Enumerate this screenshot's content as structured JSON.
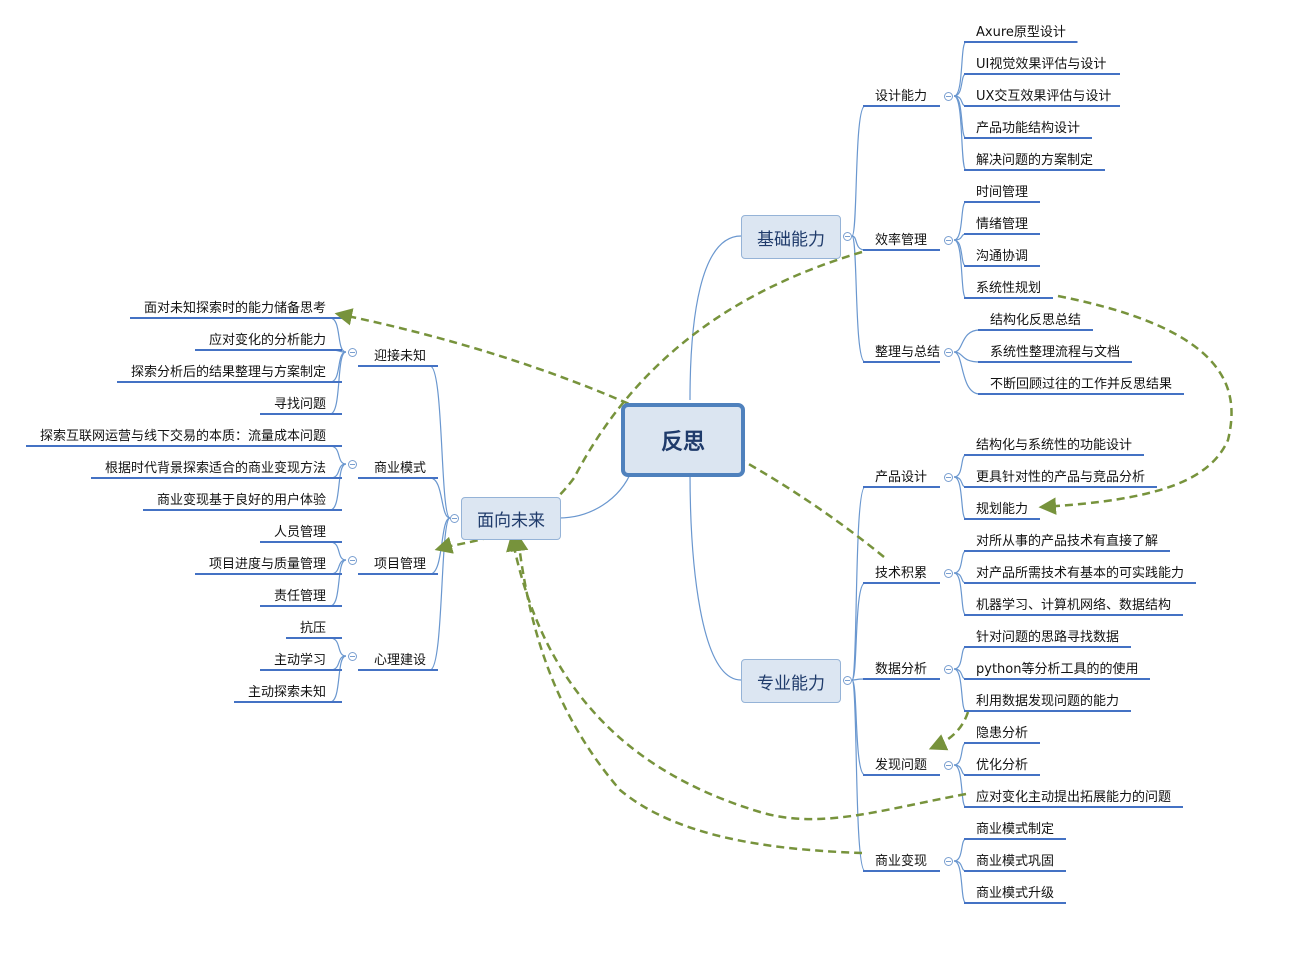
{
  "root": {
    "label": "反思"
  },
  "branches": {
    "basic": {
      "label": "基础能力",
      "groups": [
        {
          "label": "设计能力",
          "items": [
            "Axure原型设计",
            "UI视觉效果评估与设计",
            "UX交互效果评估与设计",
            "产品功能结构设计",
            "解决问题的方案制定"
          ]
        },
        {
          "label": "效率管理",
          "items": [
            "时间管理",
            "情绪管理",
            "沟通协调",
            "系统性规划"
          ]
        },
        {
          "label": "整理与总结",
          "items": [
            "结构化反思总结",
            "系统性整理流程与文档",
            "不断回顾过往的工作并反思结果"
          ]
        }
      ]
    },
    "pro": {
      "label": "专业能力",
      "groups": [
        {
          "label": "产品设计",
          "items": [
            "结构化与系统性的功能设计",
            "更具针对性的产品与竞品分析",
            "规划能力"
          ]
        },
        {
          "label": "技术积累",
          "items": [
            "对所从事的产品技术有直接了解",
            "对产品所需技术有基本的可实践能力",
            "机器学习、计算机网络、数据结构"
          ]
        },
        {
          "label": "数据分析",
          "items": [
            "针对问题的思路寻找数据",
            "python等分析工具的的使用",
            "利用数据发现问题的能力"
          ]
        },
        {
          "label": "发现问题",
          "items": [
            "隐患分析",
            "优化分析",
            "应对变化主动提出拓展能力的问题"
          ]
        },
        {
          "label": "商业变现",
          "items": [
            "商业模式制定",
            "商业模式巩固",
            "商业模式升级"
          ]
        }
      ]
    },
    "future": {
      "label": "面向未来",
      "groups": [
        {
          "label": "迎接未知",
          "items": [
            "面对未知探索时的能力储备思考",
            "应对变化的分析能力",
            "探索分析后的结果整理与方案制定",
            "寻找问题"
          ]
        },
        {
          "label": "商业模式",
          "items": [
            "探索互联网运营与线下交易的本质：流量成本问题",
            "根据时代背景探索适合的商业变现方法",
            "商业变现基于良好的用户体验"
          ]
        },
        {
          "label": "项目管理",
          "items": [
            "人员管理",
            "项目进度与质量管理",
            "责任管理"
          ]
        },
        {
          "label": "心理建设",
          "items": [
            "抗压",
            "主动学习",
            "主动探索未知"
          ]
        }
      ]
    }
  },
  "colors": {
    "line": "#6a97cf",
    "underline": "#4472c4",
    "relation": "#77933c",
    "node_fill": "#dce6f2",
    "root_border": "#4f81bd"
  }
}
